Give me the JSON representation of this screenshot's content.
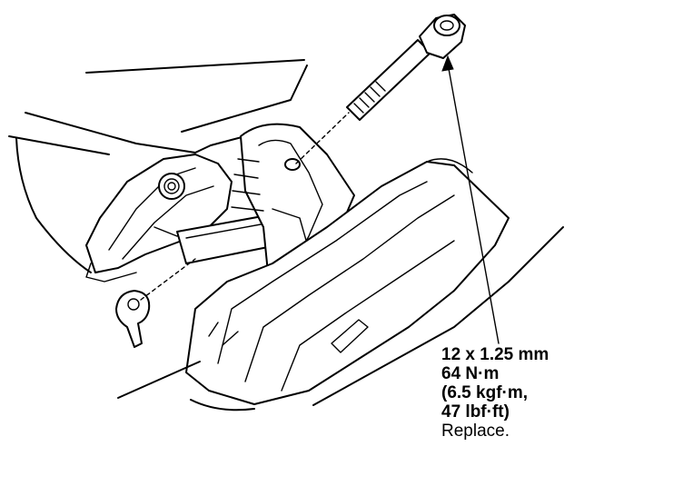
{
  "callout": {
    "bolt_size": "12 x 1.25 mm",
    "torque_nm": "64 N·m",
    "torque_kgfm": "(6.5 kgf·m,",
    "torque_lbfft": "47 lbf·ft)",
    "note": "Replace."
  }
}
